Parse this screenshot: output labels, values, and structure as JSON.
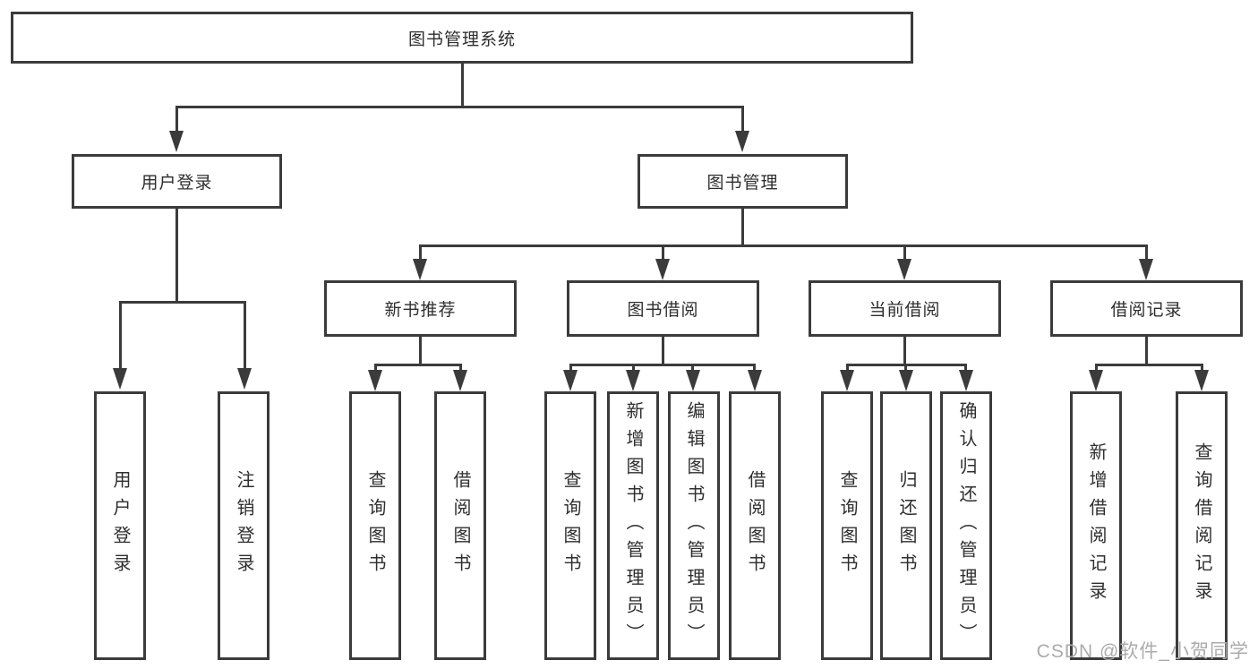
{
  "tree": {
    "root": {
      "label": "图书管理系统"
    },
    "level2": [
      {
        "label": "用户登录"
      },
      {
        "label": "图书管理"
      }
    ],
    "level3": [
      {
        "label": "新书推荐"
      },
      {
        "label": "图书借阅"
      },
      {
        "label": "当前借阅"
      },
      {
        "label": "借阅记录"
      }
    ],
    "leaves": {
      "login": [
        "用户登录",
        "注销登录"
      ],
      "recommend": [
        "查询图书",
        "借阅图书"
      ],
      "borrow": [
        "查询图书",
        "新增图书（管理员）",
        "编辑图书（管理员）",
        "借阅图书"
      ],
      "current": [
        "查询图书",
        "归还图书",
        "确认归还（管理员）"
      ],
      "records": [
        "新增借阅记录",
        "查询借阅记录"
      ]
    }
  },
  "watermark": {
    "text": "CSDN @软件_小贺同学"
  },
  "colors": {
    "line": "#3b3b3b",
    "text": "#2e2e2e",
    "watermark": "#ababab",
    "background": "#ffffff"
  }
}
